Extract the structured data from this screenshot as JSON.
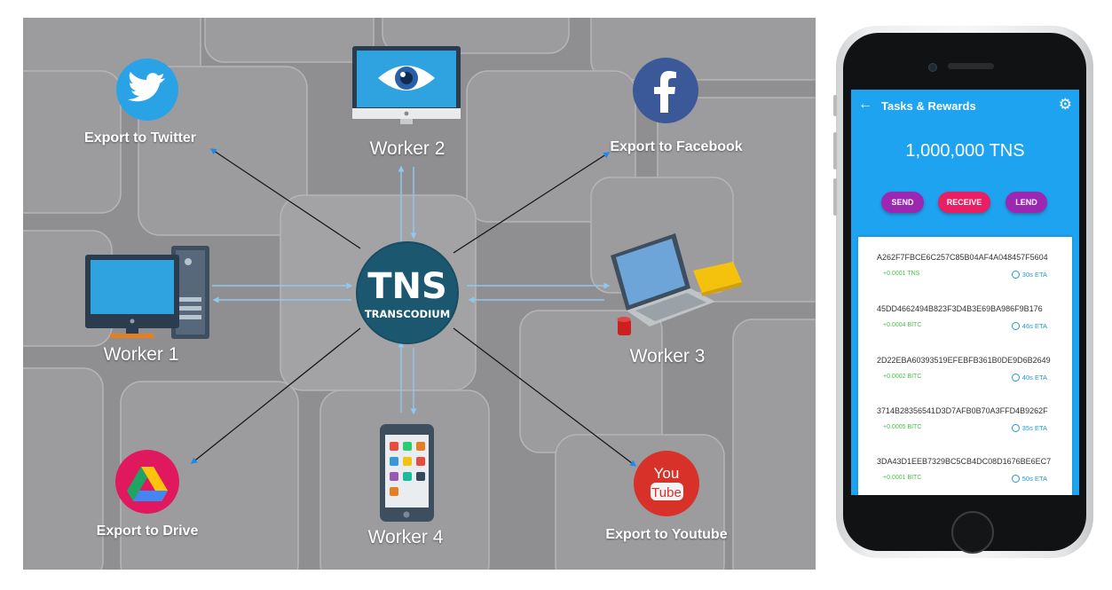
{
  "diagram": {
    "hub": {
      "title": "TNS",
      "subtitle": "TRANSCODIUM"
    },
    "workers": [
      "Worker 1",
      "Worker 2",
      "Worker 3",
      "Worker 4"
    ],
    "exports": [
      "Export to Twitter",
      "Export to Facebook",
      "Export to Drive",
      "Export to Youtube"
    ],
    "youtube_logo": [
      "You",
      "Tube"
    ],
    "colors": {
      "twitter": "#2aa3e6",
      "facebook": "#3b5998",
      "drive_bg": "#e0195e",
      "youtube": "#d7312a",
      "hub": "#1b5870",
      "arrow_blue": "#1a8af0",
      "connector_light": "#8ec9ef"
    }
  },
  "phone": {
    "title": "Tasks & Rewards",
    "back_icon": "arrow-left-icon",
    "settings_icon": "gear-icon",
    "balance": "1,000,000 TNS",
    "buttons": {
      "send": "SEND",
      "receive": "RECEIVE",
      "lend": "LEND"
    },
    "tasks": [
      {
        "hash": "A262F7FBCE6C257C85B04AF4A048457F5604",
        "amount": "+0.0001 TNS",
        "eta": "30s ETA"
      },
      {
        "hash": "45DD4662494B823F3D4B3E69BA986F9B176",
        "amount": "+0.0004 BITC",
        "eta": "46s ETA"
      },
      {
        "hash": "2D22EBA60393519EFEBFB361B0DE9D6B2649",
        "amount": "+0.0002 BITC",
        "eta": "40s ETA"
      },
      {
        "hash": "3714B28356541D3D7AFB0B70A3FFD4B9262F",
        "amount": "+0.0005 BITC",
        "eta": "35s ETA"
      },
      {
        "hash": "3DA43D1EEB7329BC5CB4DC08D1676BE6EC7",
        "amount": "+0.0001 BITC",
        "eta": "50s ETA"
      }
    ],
    "colors": {
      "screen_bg": "#1ea3f0",
      "send": "#9c27b0",
      "receive": "#e91e63",
      "lend": "#9c27b0",
      "amount": "#43c443",
      "eta": "#1e9ad6"
    }
  }
}
